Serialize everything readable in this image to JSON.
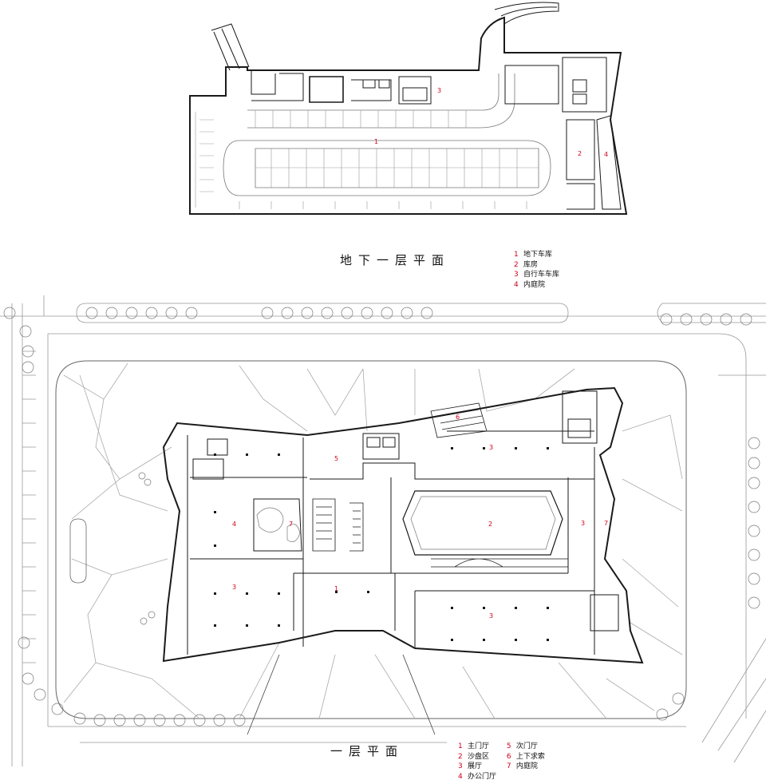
{
  "colors": {
    "line": "#1a1a1a",
    "thin": "#888888",
    "label": "#d0021b"
  },
  "basement": {
    "title": "地下一层平面",
    "legend": [
      {
        "num": "1",
        "text": "地下车库"
      },
      {
        "num": "2",
        "text": "库房"
      },
      {
        "num": "3",
        "text": "自行车车库"
      },
      {
        "num": "4",
        "text": "内庭院"
      }
    ],
    "plan_labels": [
      "1",
      "2",
      "3",
      "4"
    ]
  },
  "ground": {
    "title": "一层平面",
    "legend_left": [
      {
        "num": "1",
        "text": "主门厅"
      },
      {
        "num": "2",
        "text": "沙盘区"
      },
      {
        "num": "3",
        "text": "展厅"
      },
      {
        "num": "4",
        "text": "办公门厅"
      }
    ],
    "legend_right": [
      {
        "num": "5",
        "text": "次门厅"
      },
      {
        "num": "6",
        "text": "上下求索"
      },
      {
        "num": "7",
        "text": "内庭院"
      }
    ],
    "plan_labels": [
      "1",
      "2",
      "3",
      "3",
      "3",
      "3",
      "4",
      "5",
      "6",
      "7",
      "7"
    ]
  }
}
